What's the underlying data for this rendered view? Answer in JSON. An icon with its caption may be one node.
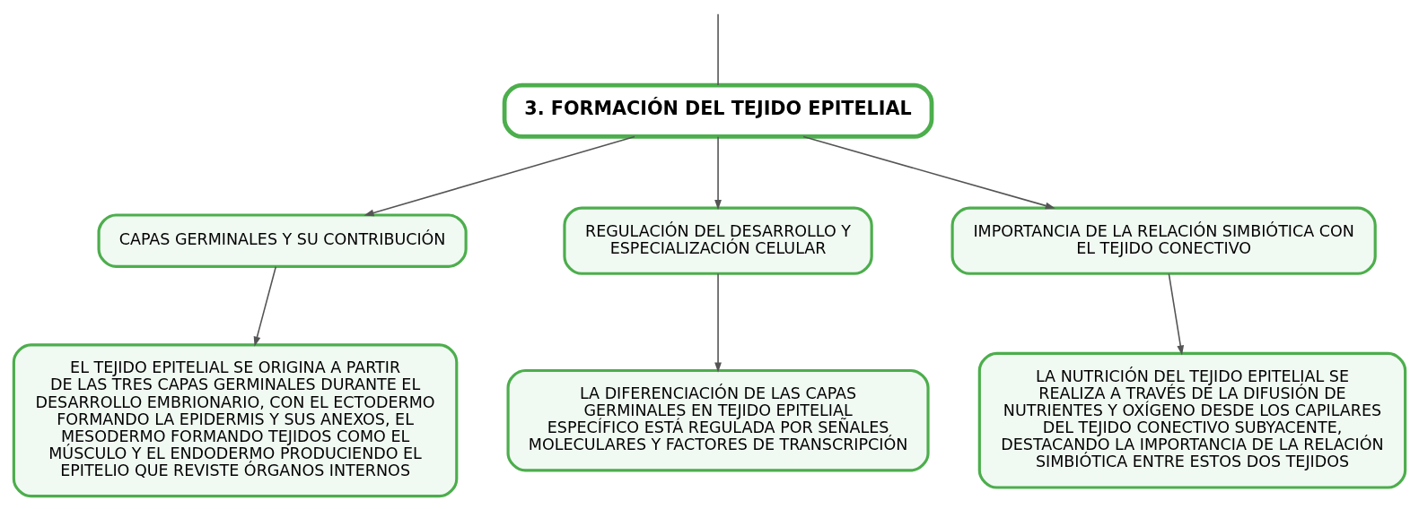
{
  "diagram": {
    "nodes": [
      {
        "text": [
          "3. FORMACIÓN DEL TEJIDO EPITELIAL"
        ]
      },
      {
        "text": [
          "CAPAS GERMINALES Y SU CONTRIBUCIÓN"
        ]
      },
      {
        "text": [
          "REGULACIÓN DEL DESARROLLO Y ESPECIALIZACIÓN CELULAR"
        ]
      },
      {
        "text": [
          "IMPORTANCIA DE LA RELACIÓN SIMBIÓTICA CON EL TEJIDO CONECTIVO"
        ]
      },
      {
        "text": [
          "EL TEJIDO EPITELIAL SE ORIGINA A PARTIR DE LAS TRES CAPAS GERMINALES DURANTE EL DESARROLLO EMBRIONARIO, CON EL ECTODERMO FORMANDO LA EPIDERMIS Y SUS ANEXOS, EL MESODERMO FORMANDO TEJIDOS COMO EL MÚSCULO Y EL ENDODERMO PRODUCIENDO EL EPITELIO QUE REVISTE ÓRGANOS INTERNOS"
        ]
      },
      {
        "text": [
          "LA DIFERENCIACIÓN DE LAS CAPAS GERMINALES EN TEJIDO EPITELIAL ESPECÍFICO ESTÁ REGULADA POR SEÑALES MOLECULARES Y FACTORES DE TRANSCRIPCIÓN"
        ]
      },
      {
        "text": [
          "LA NUTRICIÓN DEL TEJIDO EPITELIAL SE REALIZA A TRAVÉS DE LA DIFUSIÓN DE NUTRIENTES Y OXÍGENO DESDE LOS CAPILARES DEL TEJIDO CONECTIVO SUBYACENTE, DESTACANDO LA IMPORTANCIA DE LA RELACIÓN SIMBIÓTICA ENTRE ESTOS DOS TEJIDOS"
        ]
      }
    ],
    "edges": [
      {
        "from": null,
        "to": 0,
        "arrow": "none"
      },
      {
        "from": 0,
        "to": 1,
        "arrow": "to"
      },
      {
        "from": 0,
        "to": 2,
        "arrow": "to"
      },
      {
        "from": 0,
        "to": 3,
        "arrow": "to"
      },
      {
        "from": 1,
        "to": 4,
        "arrow": "to"
      },
      {
        "from": 2,
        "to": 5,
        "arrow": "to"
      },
      {
        "from": 3,
        "to": 6,
        "arrow": "to"
      }
    ]
  }
}
